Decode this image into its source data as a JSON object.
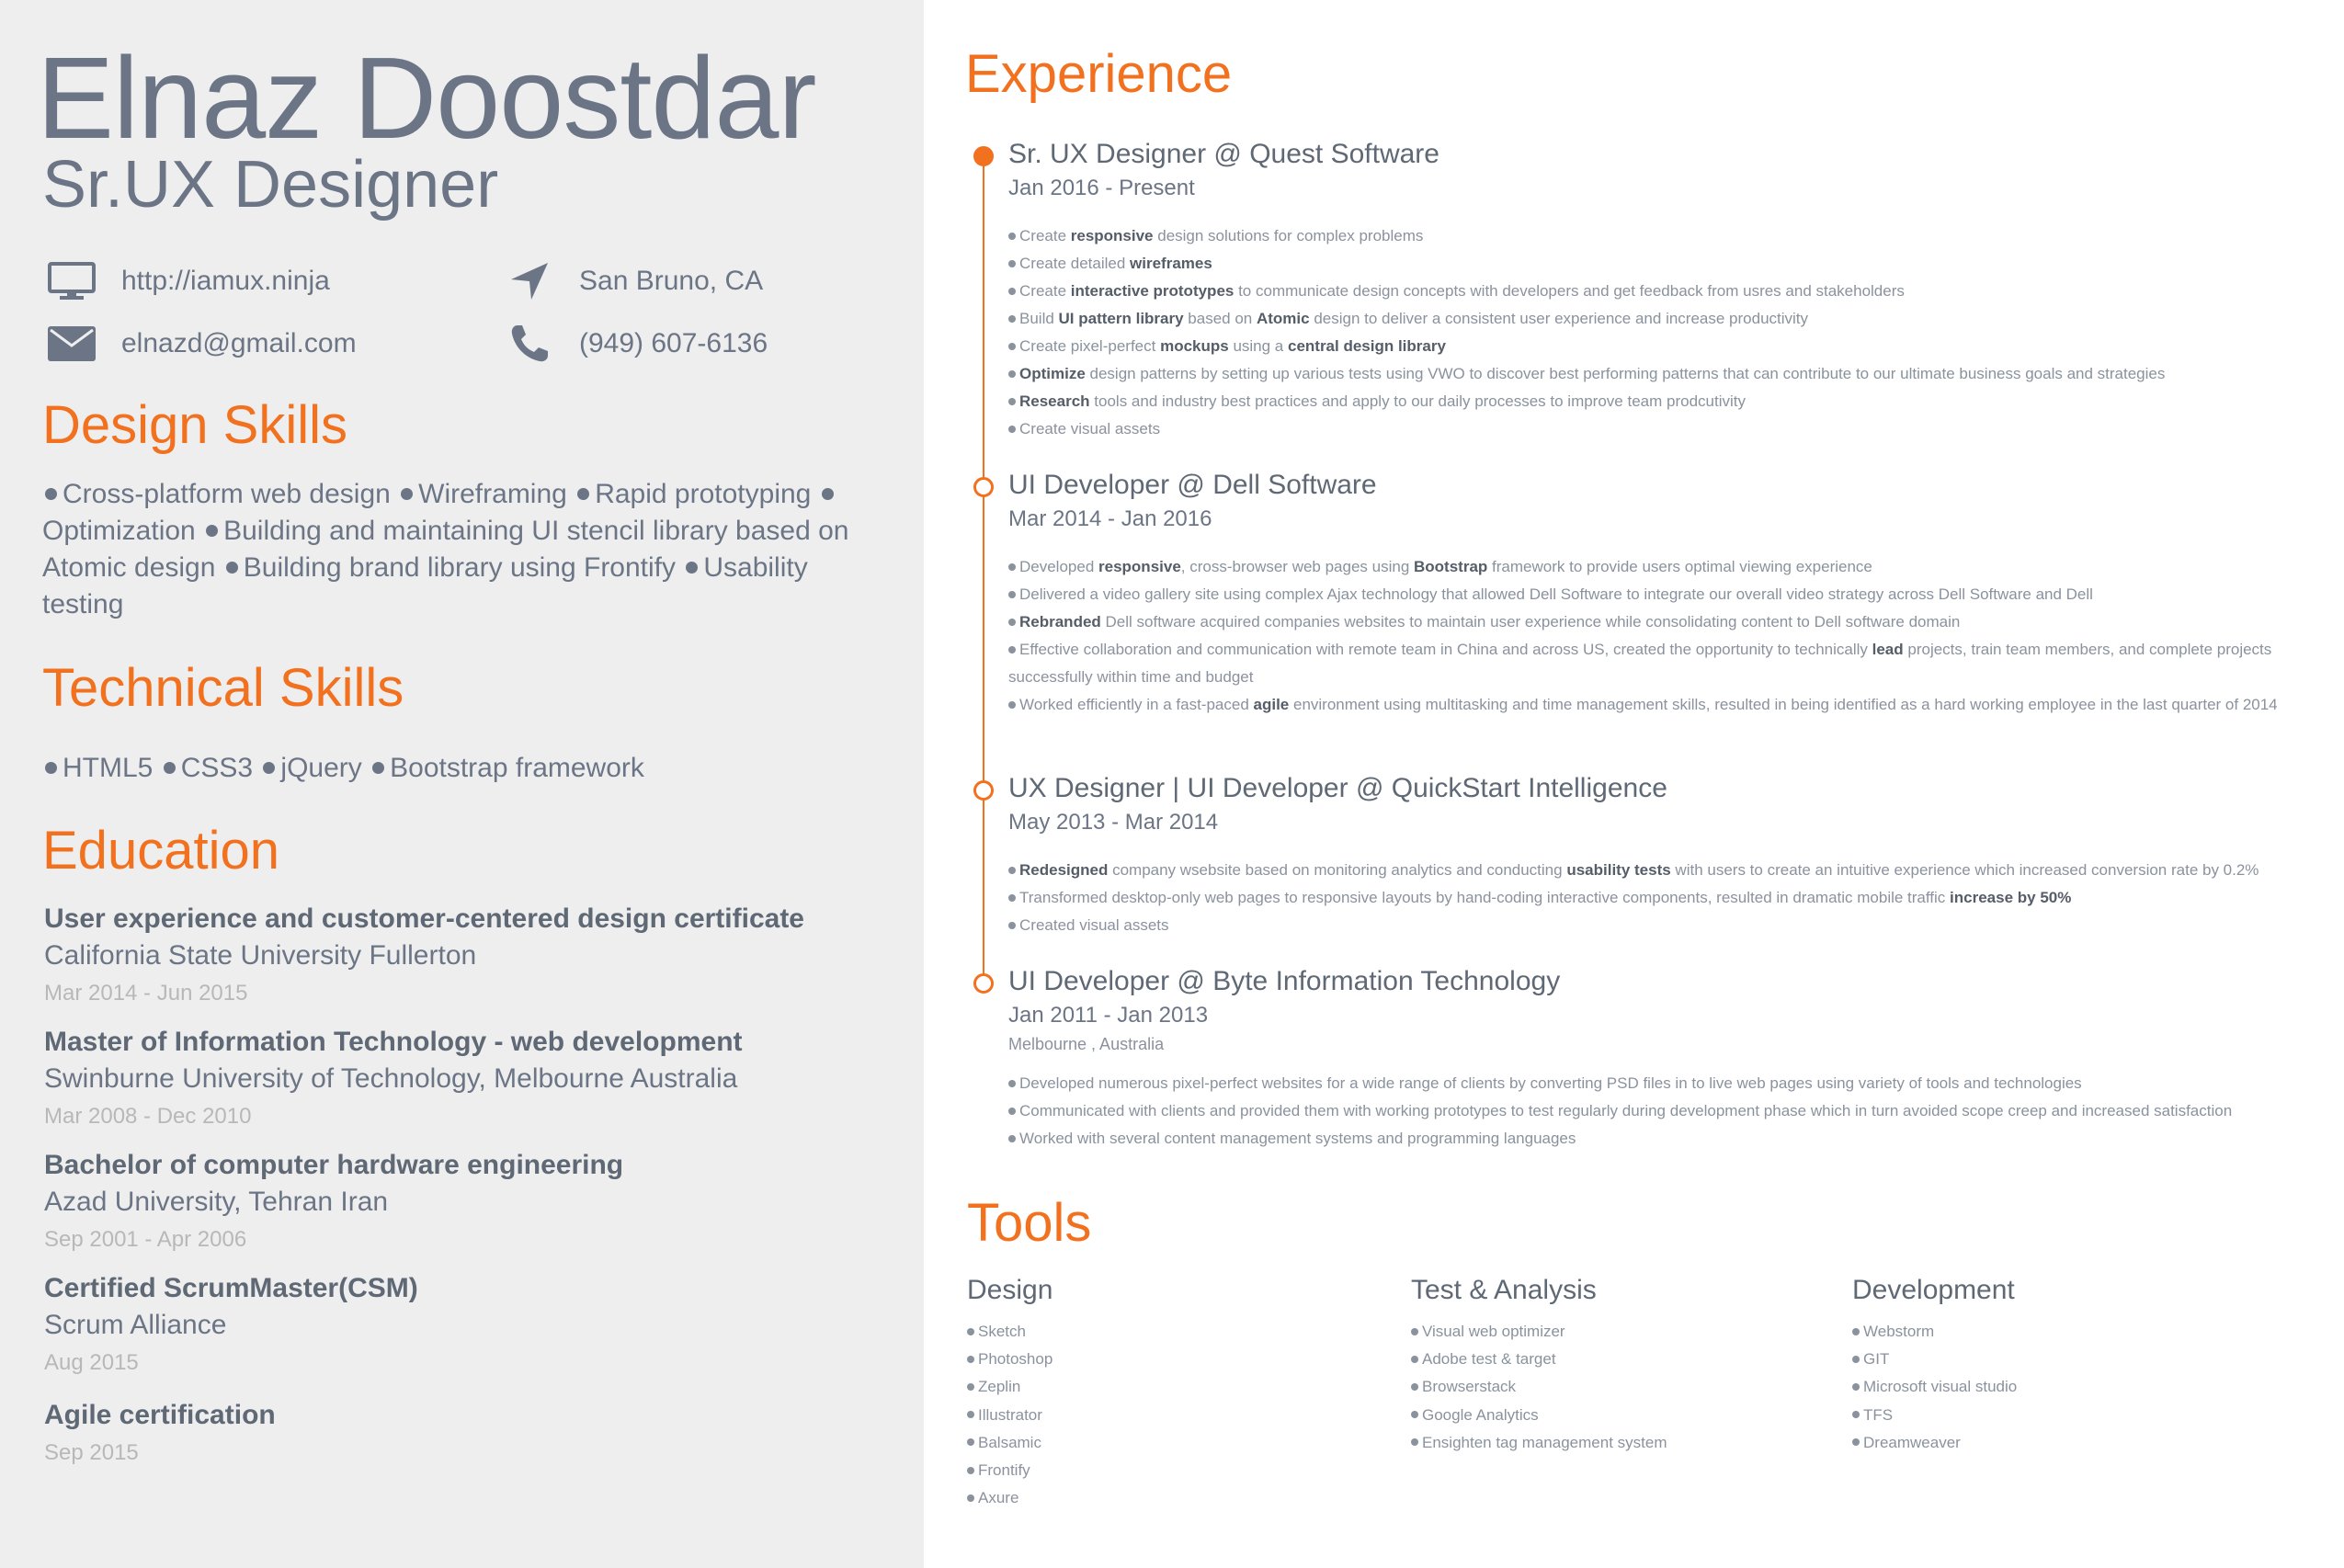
{
  "profile": {
    "name": "Elnaz Doostdar",
    "title": "Sr.UX Designer",
    "website": "http://iamux.ninja",
    "email": "elnazd@gmail.com",
    "location": "San Bruno, CA",
    "phone": "(949) 607-6136"
  },
  "design_skills": {
    "heading": "Design Skills",
    "items": [
      "Cross-platform web design",
      "Wireframing",
      "Rapid prototyping",
      "Optimization",
      "Building and maintaining UI stencil library based on Atomic design",
      "Building brand library using Frontify",
      "Usability testing"
    ]
  },
  "technical_skills": {
    "heading": "Technical Skills",
    "items": [
      "HTML5",
      "CSS3",
      "jQuery",
      "Bootstrap framework"
    ]
  },
  "education": {
    "heading": "Education",
    "items": [
      {
        "degree": "User experience and customer-centered design certificate",
        "school": "California State University Fullerton",
        "dates": "Mar 2014 - Jun 2015"
      },
      {
        "degree": "Master of Information Technology - web development",
        "school": "Swinburne University of Technology, Melbourne Australia",
        "dates": "Mar 2008 - Dec 2010"
      },
      {
        "degree": "Bachelor of computer hardware engineering",
        "school": "Azad University, Tehran Iran",
        "dates": "Sep 2001 - Apr 2006"
      },
      {
        "degree": "Certified ScrumMaster(CSM)",
        "school": "Scrum Alliance",
        "dates": "Aug 2015"
      },
      {
        "degree": "Agile certification",
        "school": "",
        "dates": "Sep 2015"
      }
    ]
  },
  "experience": {
    "heading": "Experience",
    "jobs": [
      {
        "title": "Sr. UX Designer @ Quest Software",
        "dates": "Jan 2016 - Present",
        "location": "",
        "bullets": [
          [
            {
              "t": "Create "
            },
            {
              "t": "responsive",
              "b": true
            },
            {
              "t": " design solutions for complex problems"
            }
          ],
          [
            {
              "t": "Create detailed "
            },
            {
              "t": "wireframes",
              "b": true
            }
          ],
          [
            {
              "t": "Create "
            },
            {
              "t": "interactive prototypes",
              "b": true
            },
            {
              "t": " to communicate design concepts with developers and get feedback from usres and stakeholders"
            }
          ],
          [
            {
              "t": "Build "
            },
            {
              "t": "UI pattern library",
              "b": true
            },
            {
              "t": " based on "
            },
            {
              "t": "Atomic",
              "b": true
            },
            {
              "t": " design to deliver a consistent user experience and increase productivity"
            }
          ],
          [
            {
              "t": "Create pixel-perfect "
            },
            {
              "t": "mockups",
              "b": true
            },
            {
              "t": " using a "
            },
            {
              "t": "central design library",
              "b": true
            }
          ],
          [
            {
              "t": "Optimize",
              "b": true
            },
            {
              "t": " design patterns by setting up various tests using VWO to discover best performing patterns that can contribute to our ultimate business goals and strategies"
            }
          ],
          [
            {
              "t": "Research",
              "b": true
            },
            {
              "t": " tools and industry best practices and apply to our daily processes to improve team prodcutivity"
            }
          ],
          [
            {
              "t": "Create visual assets"
            }
          ]
        ]
      },
      {
        "title": "UI Developer @ Dell Software",
        "dates": "Mar 2014 - Jan 2016",
        "location": "",
        "bullets": [
          [
            {
              "t": "Developed "
            },
            {
              "t": "responsive",
              "b": true
            },
            {
              "t": ", cross-browser web pages using "
            },
            {
              "t": "Bootstrap",
              "b": true
            },
            {
              "t": " framework to provide users optimal viewing experience"
            }
          ],
          [
            {
              "t": "Delivered a video gallery site using complex Ajax technology that allowed Dell Software to integrate our overall video strategy across Dell Software and Dell"
            }
          ],
          [
            {
              "t": "Rebranded",
              "b": true
            },
            {
              "t": " Dell software acquired companies websites to maintain user experience while consolidating content to Dell software domain"
            }
          ],
          [
            {
              "t": "Effective collaboration and communication with remote team in China and across US, created the opportunity to technically "
            },
            {
              "t": "lead",
              "b": true
            },
            {
              "t": " projects, train team members, and complete projects successfully within time and budget"
            }
          ],
          [
            {
              "t": "Worked efficiently in a fast-paced "
            },
            {
              "t": "agile",
              "b": true
            },
            {
              "t": " environment using multitasking and time management skills, resulted in being identified as a hard working employee in the last quarter of 2014"
            }
          ]
        ]
      },
      {
        "title": "UX Designer | UI Developer @ QuickStart Intelligence",
        "dates": "May 2013 - Mar 2014",
        "location": "",
        "bullets": [
          [
            {
              "t": "Redesigned",
              "b": true
            },
            {
              "t": " company wsebsite based on monitoring analytics and conducting "
            },
            {
              "t": "usability tests",
              "b": true
            },
            {
              "t": " with users to create an intuitive experience which increased conversion rate by 0.2%"
            }
          ],
          [
            {
              "t": "Transformed desktop-only web pages to responsive layouts by hand-coding interactive components, resulted in dramatic mobile traffic "
            },
            {
              "t": "increase by 50%",
              "b": true
            }
          ],
          [
            {
              "t": "Created visual assets"
            }
          ]
        ]
      },
      {
        "title": "UI Developer @ Byte Information Technology",
        "dates": "Jan 2011 - Jan 2013",
        "location": "Melbourne , Australia",
        "bullets": [
          [
            {
              "t": "Developed numerous pixel-perfect websites for a wide range of clients by converting PSD files in to live web pages using variety of tools and technologies"
            }
          ],
          [
            {
              "t": "Communicated with clients and provided them with working prototypes to test regularly during development phase which in turn avoided scope creep and increased satisfaction"
            }
          ],
          [
            {
              "t": "Worked with several content management systems and programming languages"
            }
          ]
        ]
      }
    ]
  },
  "tools": {
    "heading": "Tools",
    "columns": [
      {
        "heading": "Design",
        "items": [
          "Sketch",
          "Photoshop",
          "Zeplin",
          "Illustrator",
          "Balsamic",
          "Frontify",
          "Axure"
        ]
      },
      {
        "heading": "Test & Analysis",
        "items": [
          "Visual web optimizer",
          "Adobe test & target",
          "Browserstack",
          "Google Analytics",
          "Ensighten tag management system"
        ]
      },
      {
        "heading": "Development",
        "items": [
          "Webstorm",
          "GIT",
          "Microsoft visual studio",
          "TFS",
          "Dreamweaver"
        ]
      }
    ]
  },
  "colors": {
    "accent": "#f1711f",
    "left_bg": "#eeeeee",
    "text": "#6b7585",
    "muted": "#b8b8b8"
  }
}
